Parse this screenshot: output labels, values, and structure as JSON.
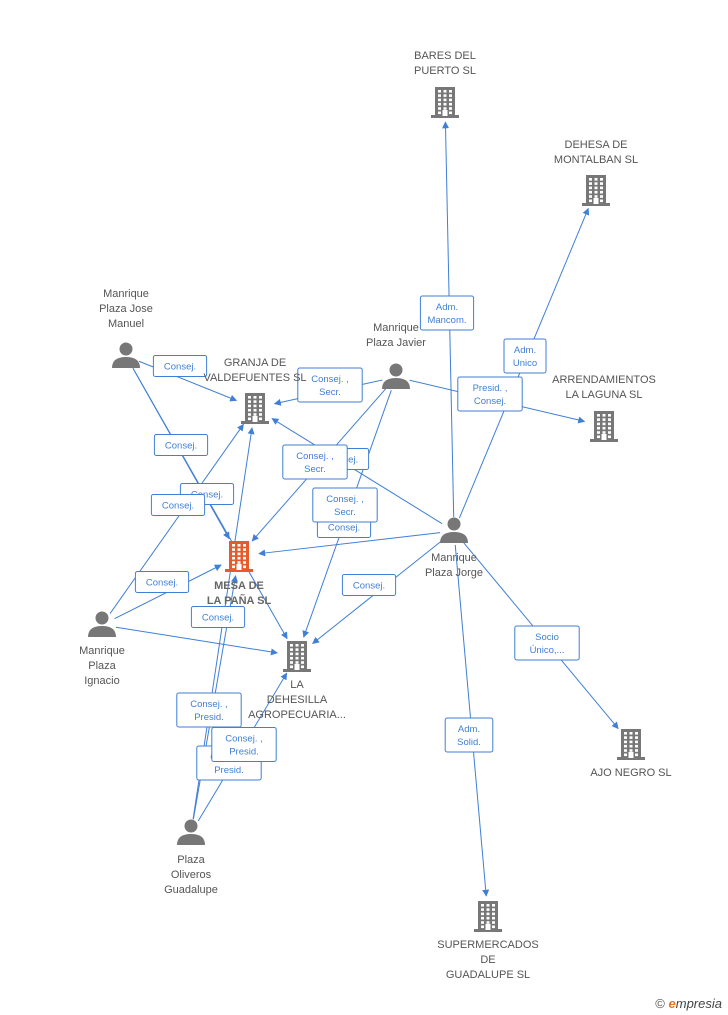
{
  "colors": {
    "edge": "#3f7fd6",
    "node": "#777777",
    "focus": "#e85a2c"
  },
  "nodes": [
    {
      "id": "bares",
      "type": "company",
      "label": [
        "BARES DEL",
        "PUERTO SL"
      ]
    },
    {
      "id": "dehesa",
      "type": "company",
      "label": [
        "DEHESA DE",
        "MONTALBAN SL"
      ]
    },
    {
      "id": "arrend",
      "type": "company",
      "label": [
        "ARRENDAMIENTOS",
        "LA LAGUNA SL"
      ]
    },
    {
      "id": "granja",
      "type": "company",
      "label": [
        "GRANJA DE",
        "VALDEFUENTES SL"
      ]
    },
    {
      "id": "mesa",
      "type": "company",
      "focus": true,
      "label": [
        "MESA DE",
        "LA PAÑA SL"
      ]
    },
    {
      "id": "dehesilla",
      "type": "company",
      "label": [
        "LA",
        "DEHESILLA",
        "AGROPECUARIA..."
      ]
    },
    {
      "id": "ajo",
      "type": "company",
      "label": [
        "AJO NEGRO SL"
      ]
    },
    {
      "id": "super",
      "type": "company",
      "label": [
        "SUPERMERCADOS",
        "DE",
        "GUADALUPE SL"
      ]
    },
    {
      "id": "jmanuel",
      "type": "person",
      "label": [
        "Manrique",
        "Plaza Jose",
        "Manuel"
      ]
    },
    {
      "id": "javier",
      "type": "person",
      "label": [
        "Manrique",
        "Plaza Javier"
      ]
    },
    {
      "id": "jorge",
      "type": "person",
      "label": [
        "Manrique",
        "Plaza Jorge"
      ]
    },
    {
      "id": "ignacio",
      "type": "person",
      "label": [
        "Manrique",
        "Plaza",
        "Ignacio"
      ]
    },
    {
      "id": "guadalupe",
      "type": "person",
      "label": [
        "Plaza",
        "Oliveros",
        "Guadalupe"
      ]
    }
  ],
  "edges": [
    {
      "from": "jorge",
      "to": "bares",
      "label": [
        "Adm.",
        "Mancom."
      ]
    },
    {
      "from": "jorge",
      "to": "dehesa",
      "label": [
        "Adm.",
        "Unico"
      ]
    },
    {
      "from": "javier",
      "to": "arrend",
      "label": [
        "Presid. ,",
        "Consej."
      ]
    },
    {
      "from": "jorge",
      "to": "ajo",
      "label": [
        "Socio",
        "Único,..."
      ]
    },
    {
      "from": "jorge",
      "to": "super",
      "label": [
        "Adm.",
        "Solid."
      ]
    },
    {
      "from": "jorge",
      "to": "dehesilla",
      "label": [
        "Consej."
      ]
    },
    {
      "from": "jorge",
      "to": "mesa",
      "label": [
        "Consej."
      ]
    },
    {
      "from": "jorge",
      "to": "granja",
      "label": [
        "Consej."
      ]
    },
    {
      "from": "javier",
      "to": "granja",
      "label": [
        "Consej. ,",
        "Secr."
      ]
    },
    {
      "from": "javier",
      "to": "mesa",
      "label": [
        "Consej. ,",
        "Secr."
      ]
    },
    {
      "from": "javier",
      "to": "dehesilla",
      "label": [
        "Consej. ,",
        "Secr."
      ]
    },
    {
      "from": "jmanuel",
      "to": "granja",
      "label": [
        "Consej."
      ]
    },
    {
      "from": "jmanuel",
      "to": "mesa",
      "label": [
        "Consej."
      ]
    },
    {
      "from": "jmanuel",
      "to": "dehesilla",
      "label": [
        "Consej."
      ]
    },
    {
      "from": "ignacio",
      "to": "granja",
      "label": [
        "Consej."
      ]
    },
    {
      "from": "ignacio",
      "to": "mesa",
      "label": [
        "Consej."
      ]
    },
    {
      "from": "ignacio",
      "to": "dehesilla",
      "label": [
        "Consej."
      ]
    },
    {
      "from": "guadalupe",
      "to": "mesa",
      "label": [
        "Consej. ,",
        "Presid."
      ]
    },
    {
      "from": "guadalupe",
      "to": "granja",
      "label": [
        "Consej. ,",
        "Presid."
      ]
    },
    {
      "from": "guadalupe",
      "to": "dehesilla",
      "label": [
        "Consej. ,",
        "Presid."
      ]
    }
  ],
  "watermark": {
    "copyright": "©",
    "brand_initial": "e",
    "brand_rest": "mpresia"
  }
}
